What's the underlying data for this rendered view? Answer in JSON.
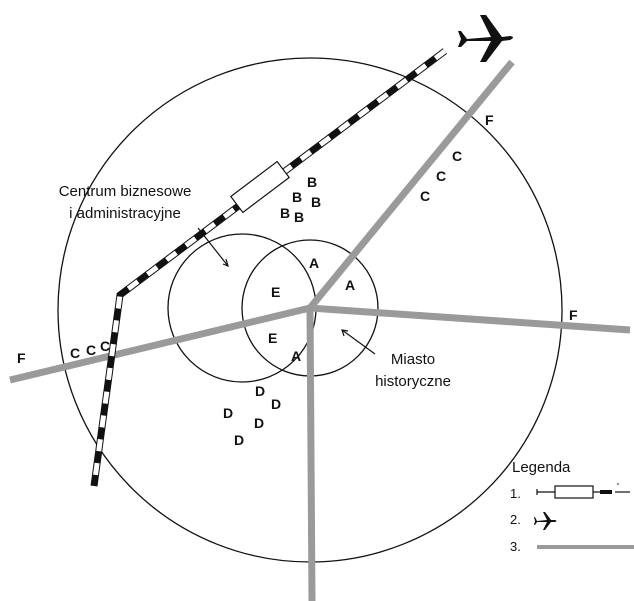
{
  "labels": {
    "centrum_line1": "Centrum biznesowe",
    "centrum_line2": "i administracyjne",
    "miasto_line1": "Miasto",
    "miasto_line2": "historyczne"
  },
  "zones": {
    "A": "A",
    "B": "B",
    "C": "C",
    "D": "D",
    "E": "E",
    "F": "F"
  },
  "legend": {
    "title": "Legenda",
    "item1": "1.",
    "item2": "2.",
    "item3": "3."
  },
  "colors": {
    "road": "#9a9a9a",
    "rail_dark": "#111111",
    "outline": "#111111"
  },
  "icons": {
    "plane": "airplane-icon"
  }
}
